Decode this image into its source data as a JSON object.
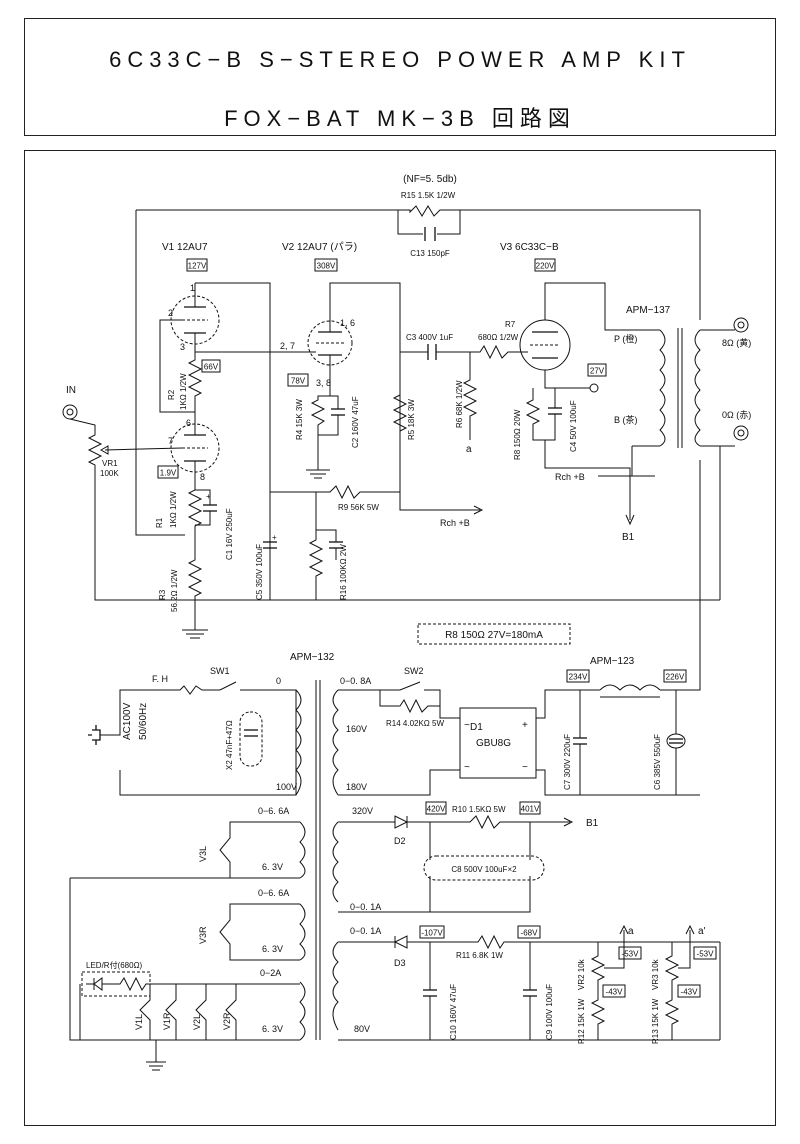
{
  "title": {
    "line1": "6C33C−B S−STEREO POWER AMP KIT",
    "line2": "FOX−BAT MK−3B 回路図"
  },
  "amp": {
    "nf": "(NF=5. 5db)",
    "r15": "R15 1.5K 1/2W",
    "c13": "C13 150pF",
    "v1": "V1 12AU7",
    "v2": "V2 12AU7 (パラ)",
    "v3": "V3 6C33C−B",
    "v1_plate_v": "127V",
    "v2_plate_v": "308V",
    "v3_plate_v": "220V",
    "out_trans": "APM−137",
    "tap_8": "8Ω (黄)",
    "tap_0": "0Ω (赤)",
    "tap_p": "P (橙)",
    "tap_b": "B (茶)",
    "pin1": "1",
    "pin2": "2",
    "pin3": "3",
    "pin6": "6",
    "pin7": "7",
    "pin8": "8",
    "pin16": "1, 6",
    "pin27": "2, 7",
    "pin38": "3, 8",
    "c3": "C3 400V 1uF",
    "r7a": "R7",
    "r7b": "680Ω 1/2W",
    "v_66": "66V",
    "v_78": "78V",
    "v_27": "27V",
    "v_19": "1.9V",
    "r2": "R2",
    "r2v": "1KΩ 1/2W",
    "r4": "R4 15K 3W",
    "c2": "C2 160V 47uF",
    "r5": "R5 18K 3W",
    "r6": "R6 68K 1/2W",
    "a": "a",
    "r8": "R8 150Ω 20W",
    "c4": "C4 50V 100uF",
    "in": "IN",
    "vr1": "VR1",
    "vr1v": "100K",
    "r1": "R1",
    "r1v": "1KΩ 1/2W",
    "c1": "C1 16V 250uF",
    "r9": "R9 56K 5W",
    "rch1": "Rch +B",
    "rch2": "Rch +B",
    "b1": "B1",
    "c5": "C5 350V 100uF",
    "r16": "R16 100KΩ 2W",
    "r3": "R3",
    "r3v": "56.2Ω 1/2W",
    "r8note": "R8 150Ω 27V=180mA"
  },
  "psu": {
    "ptrans": "APM−132",
    "choke": "APM−123",
    "fh": "F. H",
    "sw1": "SW1",
    "sw2": "SW2",
    "zero": "0",
    "ac1": "AC100V",
    "ac2": "50/60Hz",
    "x2": "X2 47nF+47Ω",
    "v100": "100V",
    "sec1": "0−0. 8A",
    "v160": "160V",
    "v180": "180V",
    "r14": "R14 4.02KΩ 5W",
    "d1": "D1",
    "d1v": "GBU8G",
    "v234": "234V",
    "v226": "226V",
    "c7": "C7 300V 220uF",
    "c6": "C6 385V 550uF",
    "v320": "320V",
    "d2": "D2",
    "v420": "420V",
    "r10": "R10 1.5KΩ 5W",
    "v401": "401V",
    "b1": "B1",
    "c8": "C8 500V 100uF×2",
    "sec2": "0−0. 1A",
    "h1": "0−6. 6A",
    "v3l": "V3L",
    "v63a": "6. 3V",
    "h2": "0−6. 6A",
    "v3r": "V3R",
    "v63b": "6. 3V",
    "sec3": "0−0. 1A",
    "d3": "D3",
    "v_107": "-107V",
    "r11": "R11 6.8K 1W",
    "v_68": "-68V",
    "a1": "a",
    "a2": "a'",
    "v_53a": "-53V",
    "v_53b": "-53V",
    "v_43a": "-43V",
    "v_43b": "-43V",
    "vr2": "VR2 10k",
    "vr3": "VR3 10k",
    "r12": "R12 15K 1W",
    "r13": "R13 15K 1W",
    "c10": "C10 160V 47uF",
    "c9": "C9 100V 100uF",
    "v80": "80V",
    "h3": "0−2A",
    "led": "LED/R付(680Ω)",
    "v1l": "V1L",
    "v1r": "V1R",
    "v2l": "V2L",
    "v2r": "V2R",
    "v63c": "6. 3V"
  }
}
